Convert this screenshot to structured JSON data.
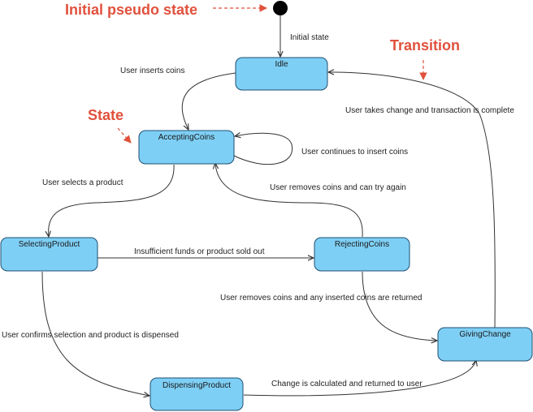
{
  "colors": {
    "state_fill": "#7ecff5",
    "state_border": "#1f4f73",
    "annotation": "#e0513c",
    "edge": "#333333"
  },
  "annotations": {
    "initial_pseudo_state": "Initial pseudo state",
    "state": "State",
    "transition": "Transition"
  },
  "states": {
    "idle": "Idle",
    "accepting_coins": "AcceptingCoins",
    "selecting_product": "SelectingProduct",
    "rejecting_coins": "RejectingCoins",
    "giving_change": "GivingChange",
    "dispensing_product": "DispensingProduct"
  },
  "transitions": {
    "initial_state": "Initial state",
    "user_inserts_coins": "User inserts coins",
    "user_takes_change": "User takes change and transaction is complete",
    "user_continues": "User continues to insert coins",
    "user_selects": "User selects a product",
    "user_removes_try": "User removes coins and can try again",
    "insufficient": "Insufficient funds or product sold out",
    "user_removes_returned": "User removes coins and any inserted coins are returned",
    "user_confirms": "User confirms selection and product is dispensed",
    "change_calculated": "Change is calculated and returned to user"
  }
}
